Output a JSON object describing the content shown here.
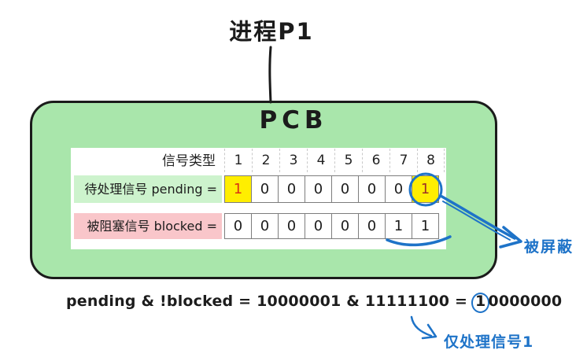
{
  "title": "进程P1",
  "pcb": {
    "label": "PCB",
    "table": {
      "header_label": "信号类型",
      "columns": [
        "1",
        "2",
        "3",
        "4",
        "5",
        "6",
        "7",
        "8"
      ],
      "pending": {
        "label": "待处理信号 pending =",
        "values": [
          "1",
          "0",
          "0",
          "0",
          "0",
          "0",
          "0",
          "1"
        ]
      },
      "blocked": {
        "label": "被阻塞信号 blocked =",
        "values": [
          "0",
          "0",
          "0",
          "0",
          "0",
          "0",
          "1",
          "1"
        ]
      }
    }
  },
  "formula": {
    "before": "pending & !blocked = 10000001 & 11111100 = ",
    "result_head": "1",
    "result_tail": "0000000"
  },
  "annotations": {
    "masked": "被屏蔽",
    "only_signal": "仅处理信号1"
  },
  "colors": {
    "box_green": "#a9e6ab",
    "pending_label_bg": "#cdf3cd",
    "blocked_label_bg": "#f9c6ca",
    "highlight_yellow": "#ffee00",
    "annotation_blue": "#1e73c8",
    "pending_bit_red": "#d93413",
    "ink_black": "#1b1b1b"
  }
}
